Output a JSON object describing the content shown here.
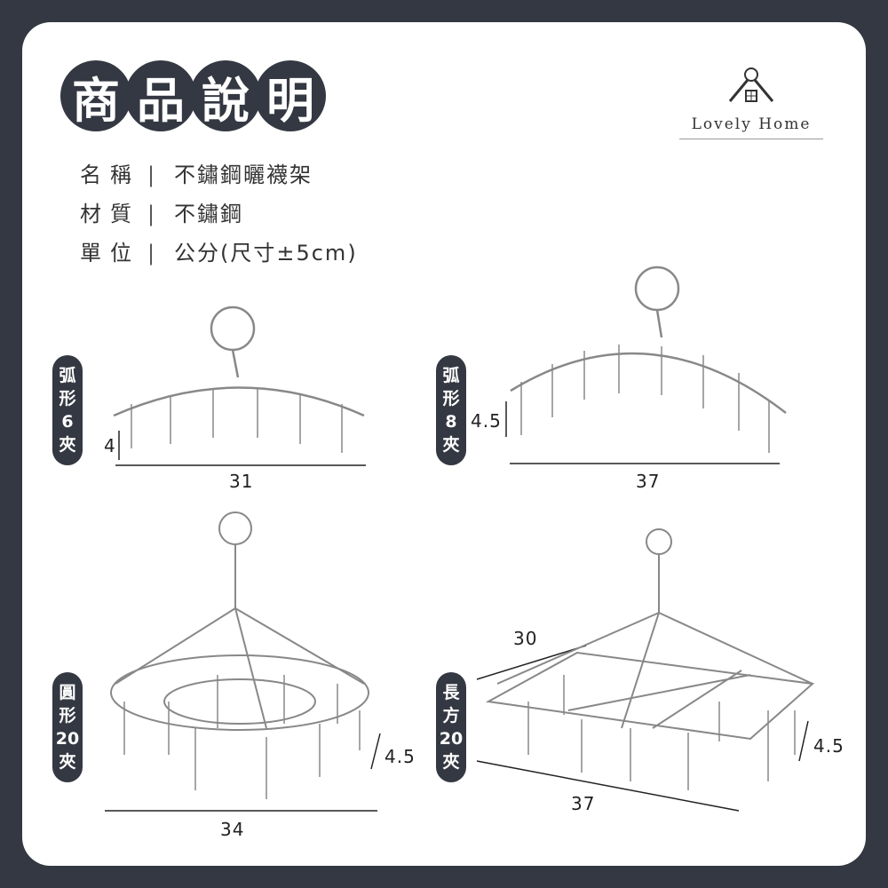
{
  "header": {
    "title_chars": [
      "商",
      "品",
      "說",
      "明"
    ],
    "brand": "Lovely Home"
  },
  "specs": [
    {
      "label": "名稱",
      "separator": "|",
      "value": "不鏽鋼曬襪架"
    },
    {
      "label": "材質",
      "separator": "|",
      "value": "不鏽鋼"
    },
    {
      "label": "單位",
      "separator": "|",
      "value": "公分(尺寸±5cm)"
    }
  ],
  "products": [
    {
      "label": "弧形6夾",
      "height": "4",
      "width": "31"
    },
    {
      "label": "弧形8夾",
      "height": "4.5",
      "width": "37"
    },
    {
      "label": "圓形20夾",
      "height": "4.5",
      "width": "34"
    },
    {
      "label": "長方20夾",
      "height": "4.5",
      "width": "37",
      "depth": "30"
    }
  ]
}
